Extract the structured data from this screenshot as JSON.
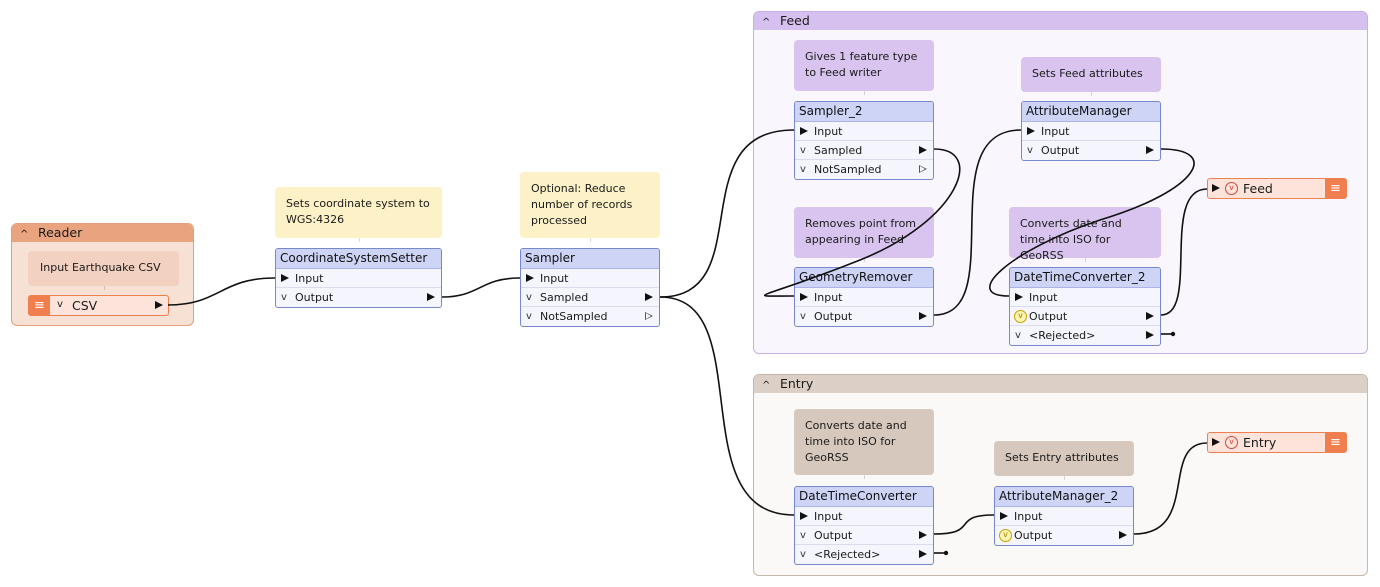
{
  "bookmarks": {
    "reader": {
      "title": "Reader",
      "chevron": "^"
    },
    "feed": {
      "title": "Feed",
      "chevron": "^"
    },
    "entry": {
      "title": "Entry",
      "chevron": "^"
    }
  },
  "notes": {
    "input_csv": "Input Earthquake CSV",
    "coord": "Sets coordinate system to WGS:4326",
    "sampler": "Optional: Reduce number of records processed",
    "gives_one": "Gives 1 feature type to Feed writer",
    "sets_feed": "Sets Feed attributes",
    "removes_point": "Removes point from appearing in Feed",
    "converts_feed": "Converts date and time into ISO for GeoRSS",
    "converts_entry": "Converts date and time into ISO for GeoRSS",
    "sets_entry": "Sets Entry attributes"
  },
  "reader_feature": {
    "name": "CSV",
    "chevron": "v",
    "icon": "layers-icon"
  },
  "writers": {
    "feed": {
      "name": "Feed",
      "icon": "layers-icon"
    },
    "entry": {
      "name": "Entry",
      "icon": "layers-icon"
    }
  },
  "transformers": {
    "coord": {
      "title": "CoordinateSystemSetter",
      "ports": {
        "input": "Input",
        "output": "Output"
      }
    },
    "sampler": {
      "title": "Sampler",
      "ports": {
        "input": "Input",
        "sampled": "Sampled",
        "notsampled": "NotSampled"
      }
    },
    "sampler2": {
      "title": "Sampler_2",
      "ports": {
        "input": "Input",
        "sampled": "Sampled",
        "notsampled": "NotSampled"
      }
    },
    "attrmgr": {
      "title": "AttributeManager",
      "ports": {
        "input": "Input",
        "output": "Output"
      }
    },
    "geomrem": {
      "title": "GeometryRemover",
      "ports": {
        "input": "Input",
        "output": "Output"
      }
    },
    "dtc2": {
      "title": "DateTimeConverter_2",
      "ports": {
        "input": "Input",
        "output": "Output",
        "rejected": "<Rejected>"
      }
    },
    "dtc": {
      "title": "DateTimeConverter",
      "ports": {
        "input": "Input",
        "output": "Output",
        "rejected": "<Rejected>"
      }
    },
    "attrmgr2": {
      "title": "AttributeManager_2",
      "ports": {
        "input": "Input",
        "output": "Output"
      }
    }
  },
  "symbols": {
    "port_chevron": "v",
    "writer_chevron": "v",
    "warn": "v"
  },
  "colors": {
    "reader_bm": "#f6e1d4",
    "reader_bm_head": "#e9a47f",
    "reader_bm_border": "#e4a07c",
    "feed_bm": "#faf6fd",
    "feed_bm_head": "#d6c0ef",
    "feed_bm_border": "#c7aee8",
    "entry_bm": "#fbf9f7",
    "entry_bm_head": "#dcd0c6",
    "entry_bm_border": "#c8b8aa",
    "note_yellow": "#fdf1c7",
    "note_purple": "#d8c4ef",
    "note_tan": "#d6c8bd",
    "note_orange": "#f2d1c0"
  }
}
